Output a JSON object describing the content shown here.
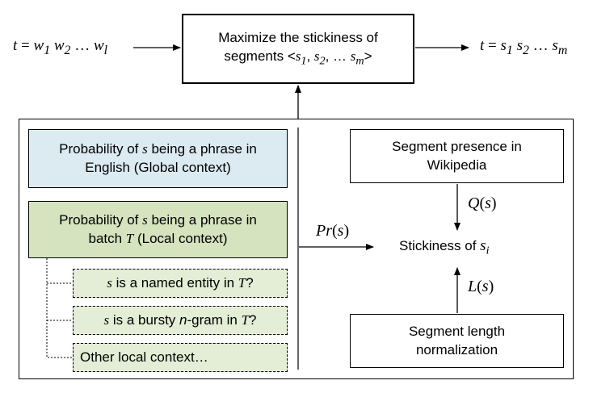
{
  "input_seq": {
    "var": "t",
    "eq": "=",
    "terms": [
      "w",
      "1",
      "w",
      "2",
      "…",
      "w",
      "l"
    ]
  },
  "output_seq": {
    "var": "t",
    "eq": "=",
    "terms": [
      "s",
      "1",
      "s",
      "2",
      "…",
      "s",
      "m"
    ]
  },
  "top_box": {
    "line1": "Maximize the stickiness of",
    "line2_pre": "segments <",
    "s": "s",
    "sub1": "1",
    "sub2": "2",
    "sep1": ", ",
    "sep2": ", … ",
    "subm": "m",
    "close": ">"
  },
  "global_box": {
    "pre": "Probability of ",
    "s": "s",
    "post": " being a phrase in",
    "line2": "English (Global context)"
  },
  "local_box": {
    "pre": "Probability of ",
    "s": "s",
    "post": " being a phrase in",
    "line2_pre": "batch ",
    "T": "T",
    "line2_post": " (Local context)"
  },
  "sub_items": {
    "named_entity": {
      "s": "s",
      "mid": " is a named entity in ",
      "T": "T",
      "q": "?"
    },
    "bursty": {
      "s": "s",
      "mid1": " is a bursty ",
      "n": "n",
      "mid2": "-gram in ",
      "T": "T",
      "q": "?"
    },
    "other": "Other local context…"
  },
  "wiki_box": {
    "line1": "Segment presence in",
    "line2": "Wikipedia"
  },
  "length_box": {
    "line1": "Segment length",
    "line2": "normalization"
  },
  "stickiness": {
    "pre": "Stickiness of ",
    "s": "s",
    "sub": "i"
  },
  "labels": {
    "pr": {
      "fn": "Pr",
      "arg": "s"
    },
    "q": {
      "fn": "Q",
      "arg": "s"
    },
    "l": {
      "fn": "L",
      "arg": "s"
    }
  },
  "colors": {
    "global_fill": "#dcebf2",
    "local_fill": "#d5e3bf",
    "sub_fill": "#e4edd6",
    "border": "#000000"
  }
}
